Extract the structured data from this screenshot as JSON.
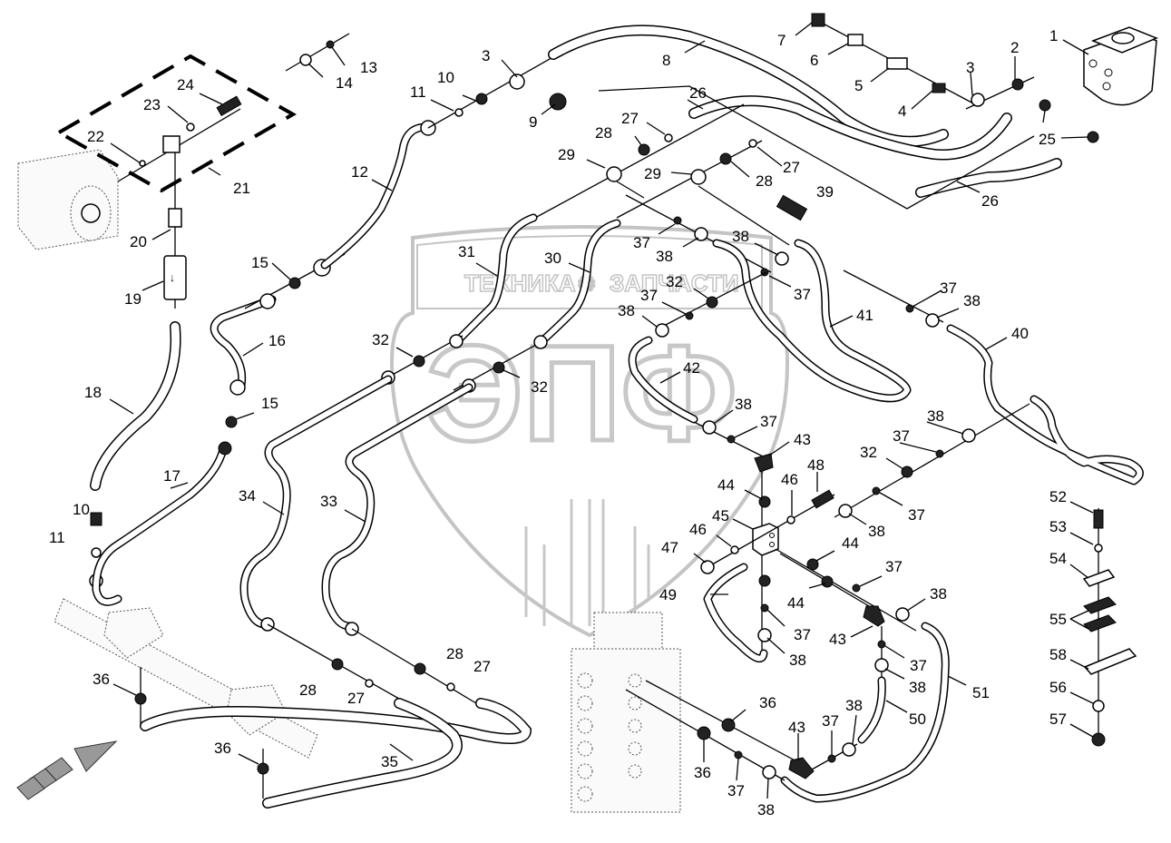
{
  "title": "Hydraulic lines exploded parts diagram",
  "watermark": {
    "brand_line_left": "ТЕХНИКА",
    "brand_line_right": "ЗАПЧАСТИ",
    "logo_letters": "ЭПФ",
    "color": "#c4c4c4"
  },
  "callouts": [
    {
      "id": "c1",
      "text": "1"
    },
    {
      "id": "c2",
      "text": "2"
    },
    {
      "id": "c3a",
      "text": "3"
    },
    {
      "id": "c3b",
      "text": "3"
    },
    {
      "id": "c4",
      "text": "4"
    },
    {
      "id": "c5",
      "text": "5"
    },
    {
      "id": "c6",
      "text": "6"
    },
    {
      "id": "c7",
      "text": "7"
    },
    {
      "id": "c8",
      "text": "8"
    },
    {
      "id": "c9",
      "text": "9"
    },
    {
      "id": "c10a",
      "text": "10"
    },
    {
      "id": "c10b",
      "text": "10"
    },
    {
      "id": "c11a",
      "text": "11"
    },
    {
      "id": "c11b",
      "text": "11"
    },
    {
      "id": "c12",
      "text": "12"
    },
    {
      "id": "c13",
      "text": "13"
    },
    {
      "id": "c14",
      "text": "14"
    },
    {
      "id": "c15a",
      "text": "15"
    },
    {
      "id": "c15b",
      "text": "15"
    },
    {
      "id": "c16",
      "text": "16"
    },
    {
      "id": "c17",
      "text": "17"
    },
    {
      "id": "c18",
      "text": "18"
    },
    {
      "id": "c19",
      "text": "19"
    },
    {
      "id": "c20",
      "text": "20"
    },
    {
      "id": "c21",
      "text": "21"
    },
    {
      "id": "c22",
      "text": "22"
    },
    {
      "id": "c23",
      "text": "23"
    },
    {
      "id": "c24",
      "text": "24"
    },
    {
      "id": "c25",
      "text": "25"
    },
    {
      "id": "c26a",
      "text": "26"
    },
    {
      "id": "c26b",
      "text": "26"
    },
    {
      "id": "c27a",
      "text": "27"
    },
    {
      "id": "c27b",
      "text": "27"
    },
    {
      "id": "c27c",
      "text": "27"
    },
    {
      "id": "c27d",
      "text": "27"
    },
    {
      "id": "c28a",
      "text": "28"
    },
    {
      "id": "c28b",
      "text": "28"
    },
    {
      "id": "c28c",
      "text": "28"
    },
    {
      "id": "c28d",
      "text": "28"
    },
    {
      "id": "c29a",
      "text": "29"
    },
    {
      "id": "c29b",
      "text": "29"
    },
    {
      "id": "c30",
      "text": "30"
    },
    {
      "id": "c31",
      "text": "31"
    },
    {
      "id": "c32a",
      "text": "32"
    },
    {
      "id": "c32b",
      "text": "32"
    },
    {
      "id": "c32c",
      "text": "32"
    },
    {
      "id": "c32d",
      "text": "32"
    },
    {
      "id": "c33",
      "text": "33"
    },
    {
      "id": "c34",
      "text": "34"
    },
    {
      "id": "c35",
      "text": "35"
    },
    {
      "id": "c36a",
      "text": "36"
    },
    {
      "id": "c36b",
      "text": "36"
    },
    {
      "id": "c36c",
      "text": "36"
    },
    {
      "id": "c36d",
      "text": "36"
    },
    {
      "id": "c37a",
      "text": "37"
    },
    {
      "id": "c37b",
      "text": "37"
    },
    {
      "id": "c37c",
      "text": "37"
    },
    {
      "id": "c37d",
      "text": "37"
    },
    {
      "id": "c37e",
      "text": "37"
    },
    {
      "id": "c37f",
      "text": "37"
    },
    {
      "id": "c37g",
      "text": "37"
    },
    {
      "id": "c37h",
      "text": "37"
    },
    {
      "id": "c37i",
      "text": "37"
    },
    {
      "id": "c37j",
      "text": "37"
    },
    {
      "id": "c37k",
      "text": "37"
    },
    {
      "id": "c37l",
      "text": "37"
    },
    {
      "id": "c38a",
      "text": "38"
    },
    {
      "id": "c38b",
      "text": "38"
    },
    {
      "id": "c38c",
      "text": "38"
    },
    {
      "id": "c38d",
      "text": "38"
    },
    {
      "id": "c38e",
      "text": "38"
    },
    {
      "id": "c38f",
      "text": "38"
    },
    {
      "id": "c38g",
      "text": "38"
    },
    {
      "id": "c38h",
      "text": "38"
    },
    {
      "id": "c38i",
      "text": "38"
    },
    {
      "id": "c38j",
      "text": "38"
    },
    {
      "id": "c38k",
      "text": "38"
    },
    {
      "id": "c38l",
      "text": "38"
    },
    {
      "id": "c39",
      "text": "39"
    },
    {
      "id": "c40",
      "text": "40"
    },
    {
      "id": "c41",
      "text": "41"
    },
    {
      "id": "c42",
      "text": "42"
    },
    {
      "id": "c43a",
      "text": "43"
    },
    {
      "id": "c43b",
      "text": "43"
    },
    {
      "id": "c43c",
      "text": "43"
    },
    {
      "id": "c44a",
      "text": "44"
    },
    {
      "id": "c44b",
      "text": "44"
    },
    {
      "id": "c44c",
      "text": "44"
    },
    {
      "id": "c45",
      "text": "45"
    },
    {
      "id": "c46a",
      "text": "46"
    },
    {
      "id": "c46b",
      "text": "46"
    },
    {
      "id": "c47",
      "text": "47"
    },
    {
      "id": "c48",
      "text": "48"
    },
    {
      "id": "c49",
      "text": "49"
    },
    {
      "id": "c50",
      "text": "50"
    },
    {
      "id": "c51",
      "text": "51"
    },
    {
      "id": "c52",
      "text": "52"
    },
    {
      "id": "c53",
      "text": "53"
    },
    {
      "id": "c54",
      "text": "54"
    },
    {
      "id": "c55",
      "text": "55"
    },
    {
      "id": "c56",
      "text": "56"
    },
    {
      "id": "c57",
      "text": "57"
    },
    {
      "id": "c58",
      "text": "58"
    }
  ]
}
